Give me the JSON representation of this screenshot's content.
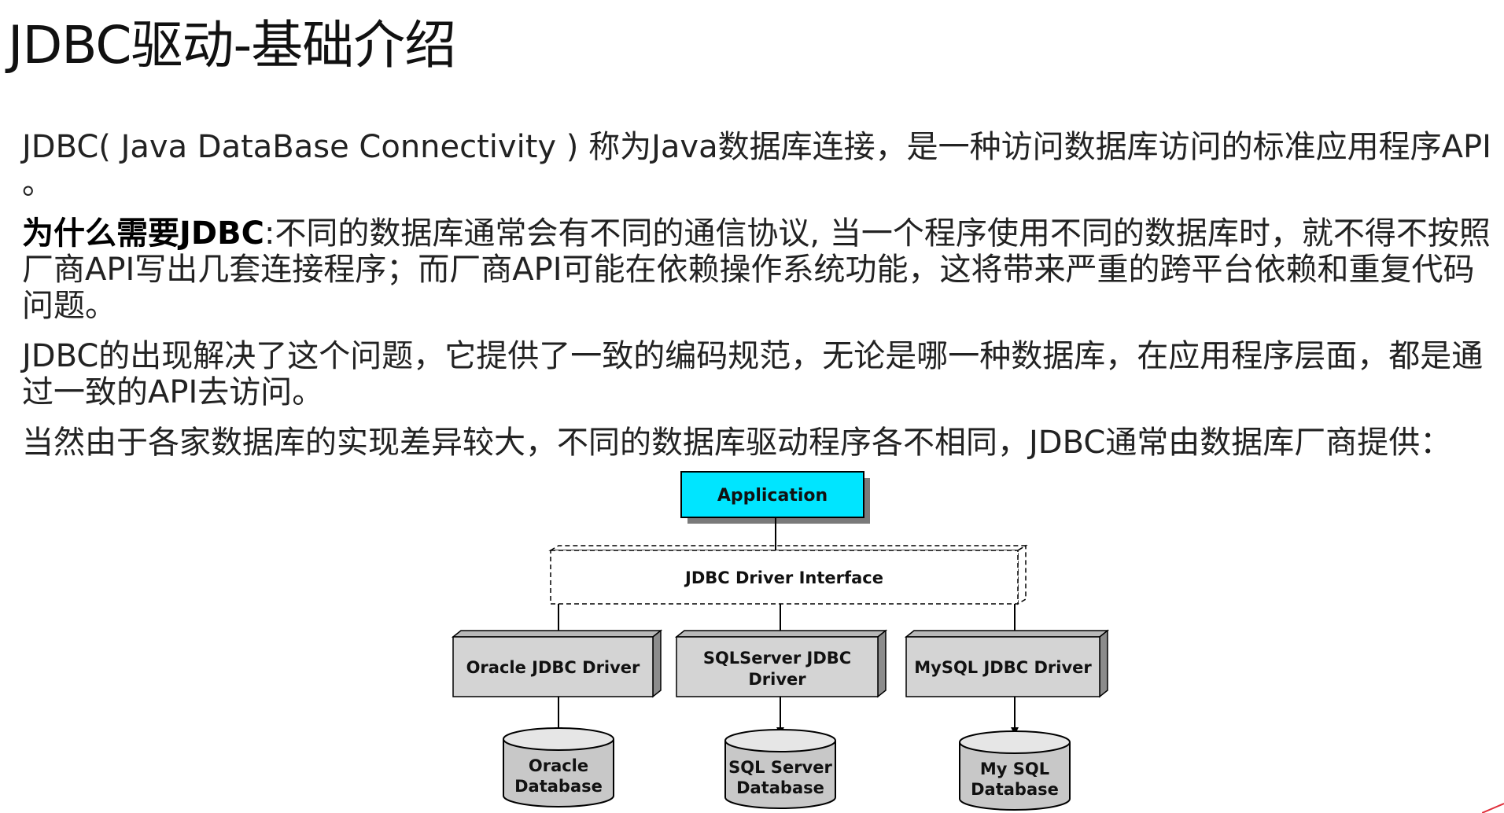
{
  "page": {
    "title": "JDBC驱动-基础介绍"
  },
  "paragraphs": {
    "p1": "JDBC( Java DataBase Connectivity ) 称为Java数据库连接，是一种访问数据库访问的标准应用程序API 。",
    "p2_bold": "为什么需要JDBC",
    "p2_rest": ":不同的数据库通常会有不同的通信协议, 当一个程序使用不同的数据库时，就不得不按照厂商API写出几套连接程序；而厂商API可能在依赖操作系统功能，这将带来严重的跨平台依赖和重复代码问题。",
    "p3": "JDBC的出现解决了这个问题，它提供了一致的编码规范，无论是哪一种数据库，在应用程序层面，都是通过一致的API去访问。",
    "p4": "当然由于各家数据库的实现差异较大，不同的数据库驱动程序各不相同，JDBC通常由数据库厂商提供："
  },
  "diagram": {
    "application_label": "Application",
    "interface_label": "JDBC Driver Interface",
    "drivers": [
      {
        "line1": "Oracle JDBC Driver",
        "line2": ""
      },
      {
        "line1": "SQLServer JDBC",
        "line2": "Driver"
      },
      {
        "line1": "MySQL JDBC Driver",
        "line2": ""
      }
    ],
    "databases": [
      {
        "line1": "Oracle",
        "line2": "Database"
      },
      {
        "line1": "SQL Server",
        "line2": "Database"
      },
      {
        "line1": "My SQL",
        "line2": "Database"
      }
    ],
    "colors": {
      "application_fill": "#00e5ff",
      "box_fill": "#d4d4d4",
      "box_side": "#9a9a9a",
      "cylinder_fill": "#c8c8c8",
      "cylinder_top": "#e6e6e6",
      "line": "#000000"
    }
  },
  "decor": {
    "corner_mark_color": "#e0303c"
  }
}
